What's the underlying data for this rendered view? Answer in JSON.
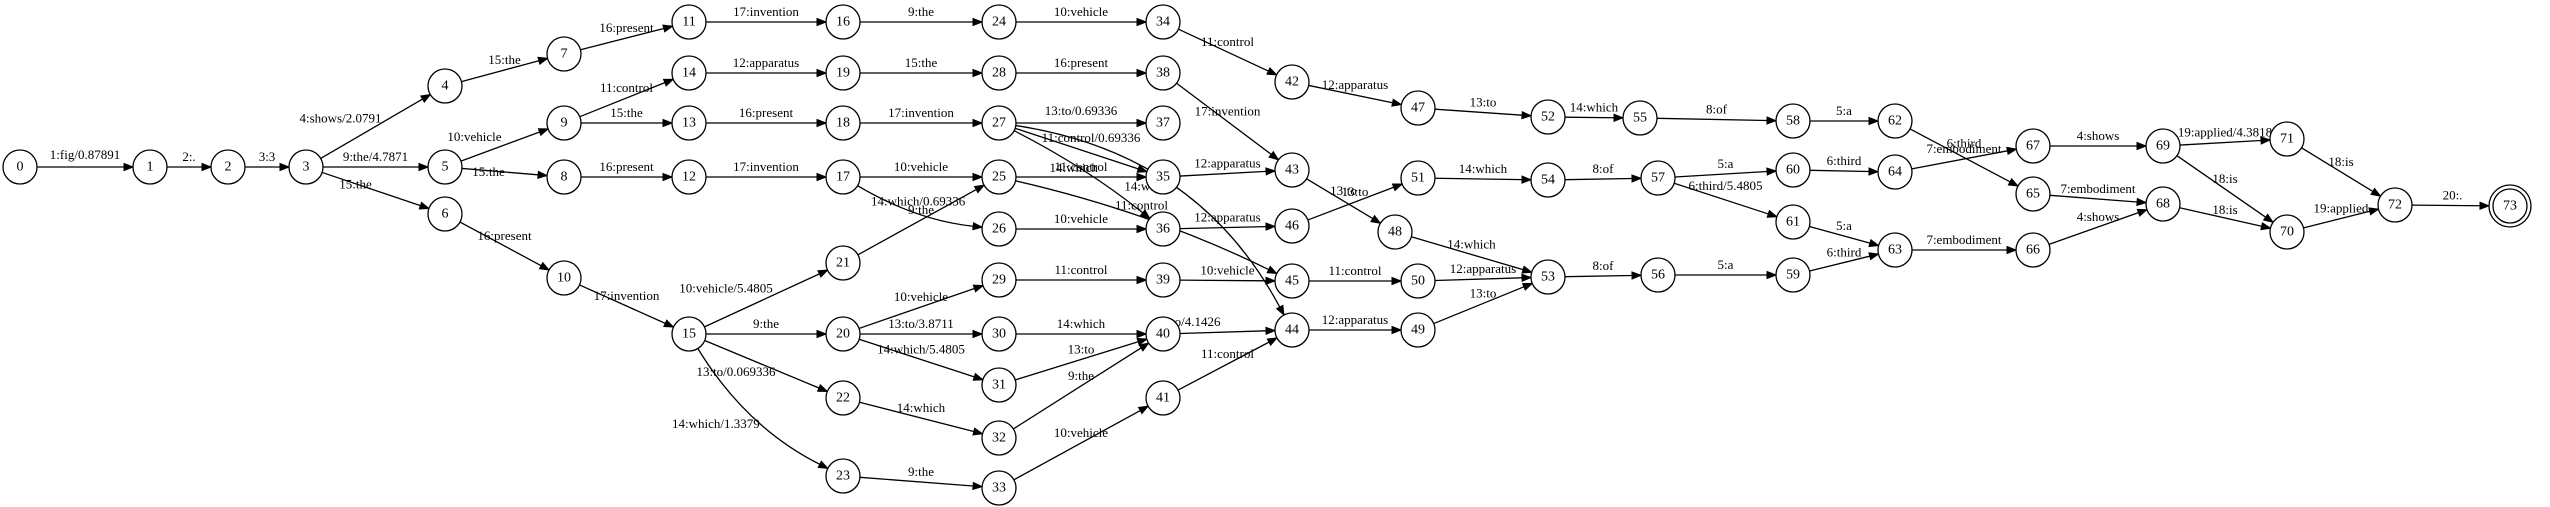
{
  "graph": {
    "start_node": "0",
    "final_node": "73",
    "nodes": [
      "0",
      "1",
      "2",
      "3",
      "4",
      "5",
      "6",
      "7",
      "8",
      "9",
      "10",
      "11",
      "12",
      "13",
      "14",
      "15",
      "16",
      "17",
      "18",
      "19",
      "20",
      "21",
      "22",
      "23",
      "24",
      "25",
      "26",
      "27",
      "28",
      "29",
      "30",
      "31",
      "32",
      "33",
      "34",
      "35",
      "36",
      "37",
      "38",
      "39",
      "40",
      "41",
      "42",
      "43",
      "44",
      "45",
      "46",
      "47",
      "48",
      "49",
      "50",
      "51",
      "52",
      "53",
      "54",
      "55",
      "56",
      "57",
      "58",
      "59",
      "60",
      "61",
      "62",
      "63",
      "64",
      "65",
      "66",
      "67",
      "68",
      "69",
      "70",
      "71",
      "72",
      "73"
    ],
    "edges": [
      {
        "from": "0",
        "to": "1",
        "label": "1:fig/0.87891"
      },
      {
        "from": "1",
        "to": "2",
        "label": "2:."
      },
      {
        "from": "2",
        "to": "3",
        "label": "3:3"
      },
      {
        "from": "3",
        "to": "4",
        "label": "4:shows/2.0791"
      },
      {
        "from": "3",
        "to": "5",
        "label": "9:the/4.7871"
      },
      {
        "from": "3",
        "to": "6",
        "label": "15:the"
      },
      {
        "from": "4",
        "to": "7",
        "label": "15:the"
      },
      {
        "from": "5",
        "to": "9",
        "label": "10:vehicle"
      },
      {
        "from": "5",
        "to": "8",
        "label": "15:the"
      },
      {
        "from": "6",
        "to": "10",
        "label": "16:present"
      },
      {
        "from": "7",
        "to": "11",
        "label": "16:present"
      },
      {
        "from": "9",
        "to": "14",
        "label": "11:control"
      },
      {
        "from": "9",
        "to": "13",
        "label": "15:the"
      },
      {
        "from": "8",
        "to": "12",
        "label": "16:present"
      },
      {
        "from": "10",
        "to": "15",
        "label": "17:invention"
      },
      {
        "from": "11",
        "to": "16",
        "label": "17:invention"
      },
      {
        "from": "14",
        "to": "19",
        "label": "12:apparatus"
      },
      {
        "from": "13",
        "to": "18",
        "label": "16:present"
      },
      {
        "from": "12",
        "to": "17",
        "label": "17:invention"
      },
      {
        "from": "15",
        "to": "21",
        "label": "10:vehicle/5.4805"
      },
      {
        "from": "15",
        "to": "20",
        "label": "9:the"
      },
      {
        "from": "15",
        "to": "22",
        "label": "13:to/0.069336"
      },
      {
        "from": "15",
        "to": "23",
        "label": "14:which/1.3379"
      },
      {
        "from": "16",
        "to": "24",
        "label": "9:the"
      },
      {
        "from": "19",
        "to": "28",
        "label": "15:the"
      },
      {
        "from": "18",
        "to": "27",
        "label": "17:invention"
      },
      {
        "from": "17",
        "to": "25",
        "label": "10:vehicle"
      },
      {
        "from": "17",
        "to": "26",
        "label": "14:which/0.69336"
      },
      {
        "from": "21",
        "to": "25",
        "label": "9:the"
      },
      {
        "from": "20",
        "to": "29",
        "label": "10:vehicle"
      },
      {
        "from": "20",
        "to": "30",
        "label": "13:to/3.8711"
      },
      {
        "from": "20",
        "to": "31",
        "label": "14:which/5.4805"
      },
      {
        "from": "22",
        "to": "32",
        "label": "14:which"
      },
      {
        "from": "23",
        "to": "33",
        "label": "9:the"
      },
      {
        "from": "24",
        "to": "34",
        "label": "10:vehicle"
      },
      {
        "from": "28",
        "to": "38",
        "label": "16:present"
      },
      {
        "from": "27",
        "to": "37",
        "label": "13:to/0.69336"
      },
      {
        "from": "27",
        "to": "35",
        "label": "11:control/0.69336"
      },
      {
        "from": "27",
        "to": "36",
        "label": "14:which"
      },
      {
        "from": "27",
        "to": "44",
        "label": "11:control"
      },
      {
        "from": "25",
        "to": "35",
        "label": "11:control"
      },
      {
        "from": "25",
        "to": "45",
        "label": "14:which"
      },
      {
        "from": "26",
        "to": "36",
        "label": "10:vehicle"
      },
      {
        "from": "29",
        "to": "39",
        "label": "11:control"
      },
      {
        "from": "30",
        "to": "40",
        "label": "14:which"
      },
      {
        "from": "31",
        "to": "40",
        "label": "13:to"
      },
      {
        "from": "32",
        "to": "40",
        "label": "9:the"
      },
      {
        "from": "33",
        "to": "41",
        "label": "10:vehicle"
      },
      {
        "from": "34",
        "to": "42",
        "label": "11:control"
      },
      {
        "from": "38",
        "to": "43",
        "label": "17:invention"
      },
      {
        "from": "35",
        "to": "43",
        "label": "12:apparatus"
      },
      {
        "from": "36",
        "to": "46",
        "label": "12:apparatus"
      },
      {
        "from": "39",
        "to": "45",
        "label": "10:vehicle"
      },
      {
        "from": "40",
        "to": "44",
        "label": "13:to/4.1426"
      },
      {
        "from": "41",
        "to": "44",
        "label": "11:control"
      },
      {
        "from": "42",
        "to": "47",
        "label": "12:apparatus"
      },
      {
        "from": "43",
        "to": "48",
        "label": "13:to"
      },
      {
        "from": "46",
        "to": "51",
        "label": "13:to"
      },
      {
        "from": "45",
        "to": "50",
        "label": "11:control"
      },
      {
        "from": "44",
        "to": "49",
        "label": "12:apparatus"
      },
      {
        "from": "47",
        "to": "52",
        "label": "13:to"
      },
      {
        "from": "48",
        "to": "53",
        "label": "14:which"
      },
      {
        "from": "50",
        "to": "53",
        "label": "12:apparatus"
      },
      {
        "from": "49",
        "to": "53",
        "label": "13:to"
      },
      {
        "from": "51",
        "to": "54",
        "label": "14:which"
      },
      {
        "from": "52",
        "to": "55",
        "label": "14:which"
      },
      {
        "from": "53",
        "to": "56",
        "label": "8:of"
      },
      {
        "from": "54",
        "to": "57",
        "label": "8:of"
      },
      {
        "from": "55",
        "to": "58",
        "label": "8:of"
      },
      {
        "from": "56",
        "to": "59",
        "label": "5:a"
      },
      {
        "from": "57",
        "to": "60",
        "label": "5:a"
      },
      {
        "from": "57",
        "to": "61",
        "label": "6:third/5.4805"
      },
      {
        "from": "58",
        "to": "62",
        "label": "5:a"
      },
      {
        "from": "59",
        "to": "63",
        "label": "6:third"
      },
      {
        "from": "61",
        "to": "63",
        "label": "5:a"
      },
      {
        "from": "60",
        "to": "64",
        "label": "6:third"
      },
      {
        "from": "62",
        "to": "65",
        "label": "6:third"
      },
      {
        "from": "64",
        "to": "67",
        "label": "7:embodiment"
      },
      {
        "from": "63",
        "to": "66",
        "label": "7:embodiment"
      },
      {
        "from": "65",
        "to": "68",
        "label": "7:embodiment"
      },
      {
        "from": "67",
        "to": "69",
        "label": "4:shows"
      },
      {
        "from": "66",
        "to": "68",
        "label": "4:shows"
      },
      {
        "from": "69",
        "to": "71",
        "label": "19:applied/4.3818"
      },
      {
        "from": "69",
        "to": "70",
        "label": "18:is"
      },
      {
        "from": "68",
        "to": "70",
        "label": "18:is"
      },
      {
        "from": "71",
        "to": "72",
        "label": "18:is"
      },
      {
        "from": "70",
        "to": "72",
        "label": "19:applied"
      },
      {
        "from": "72",
        "to": "73",
        "label": "20:."
      }
    ]
  }
}
